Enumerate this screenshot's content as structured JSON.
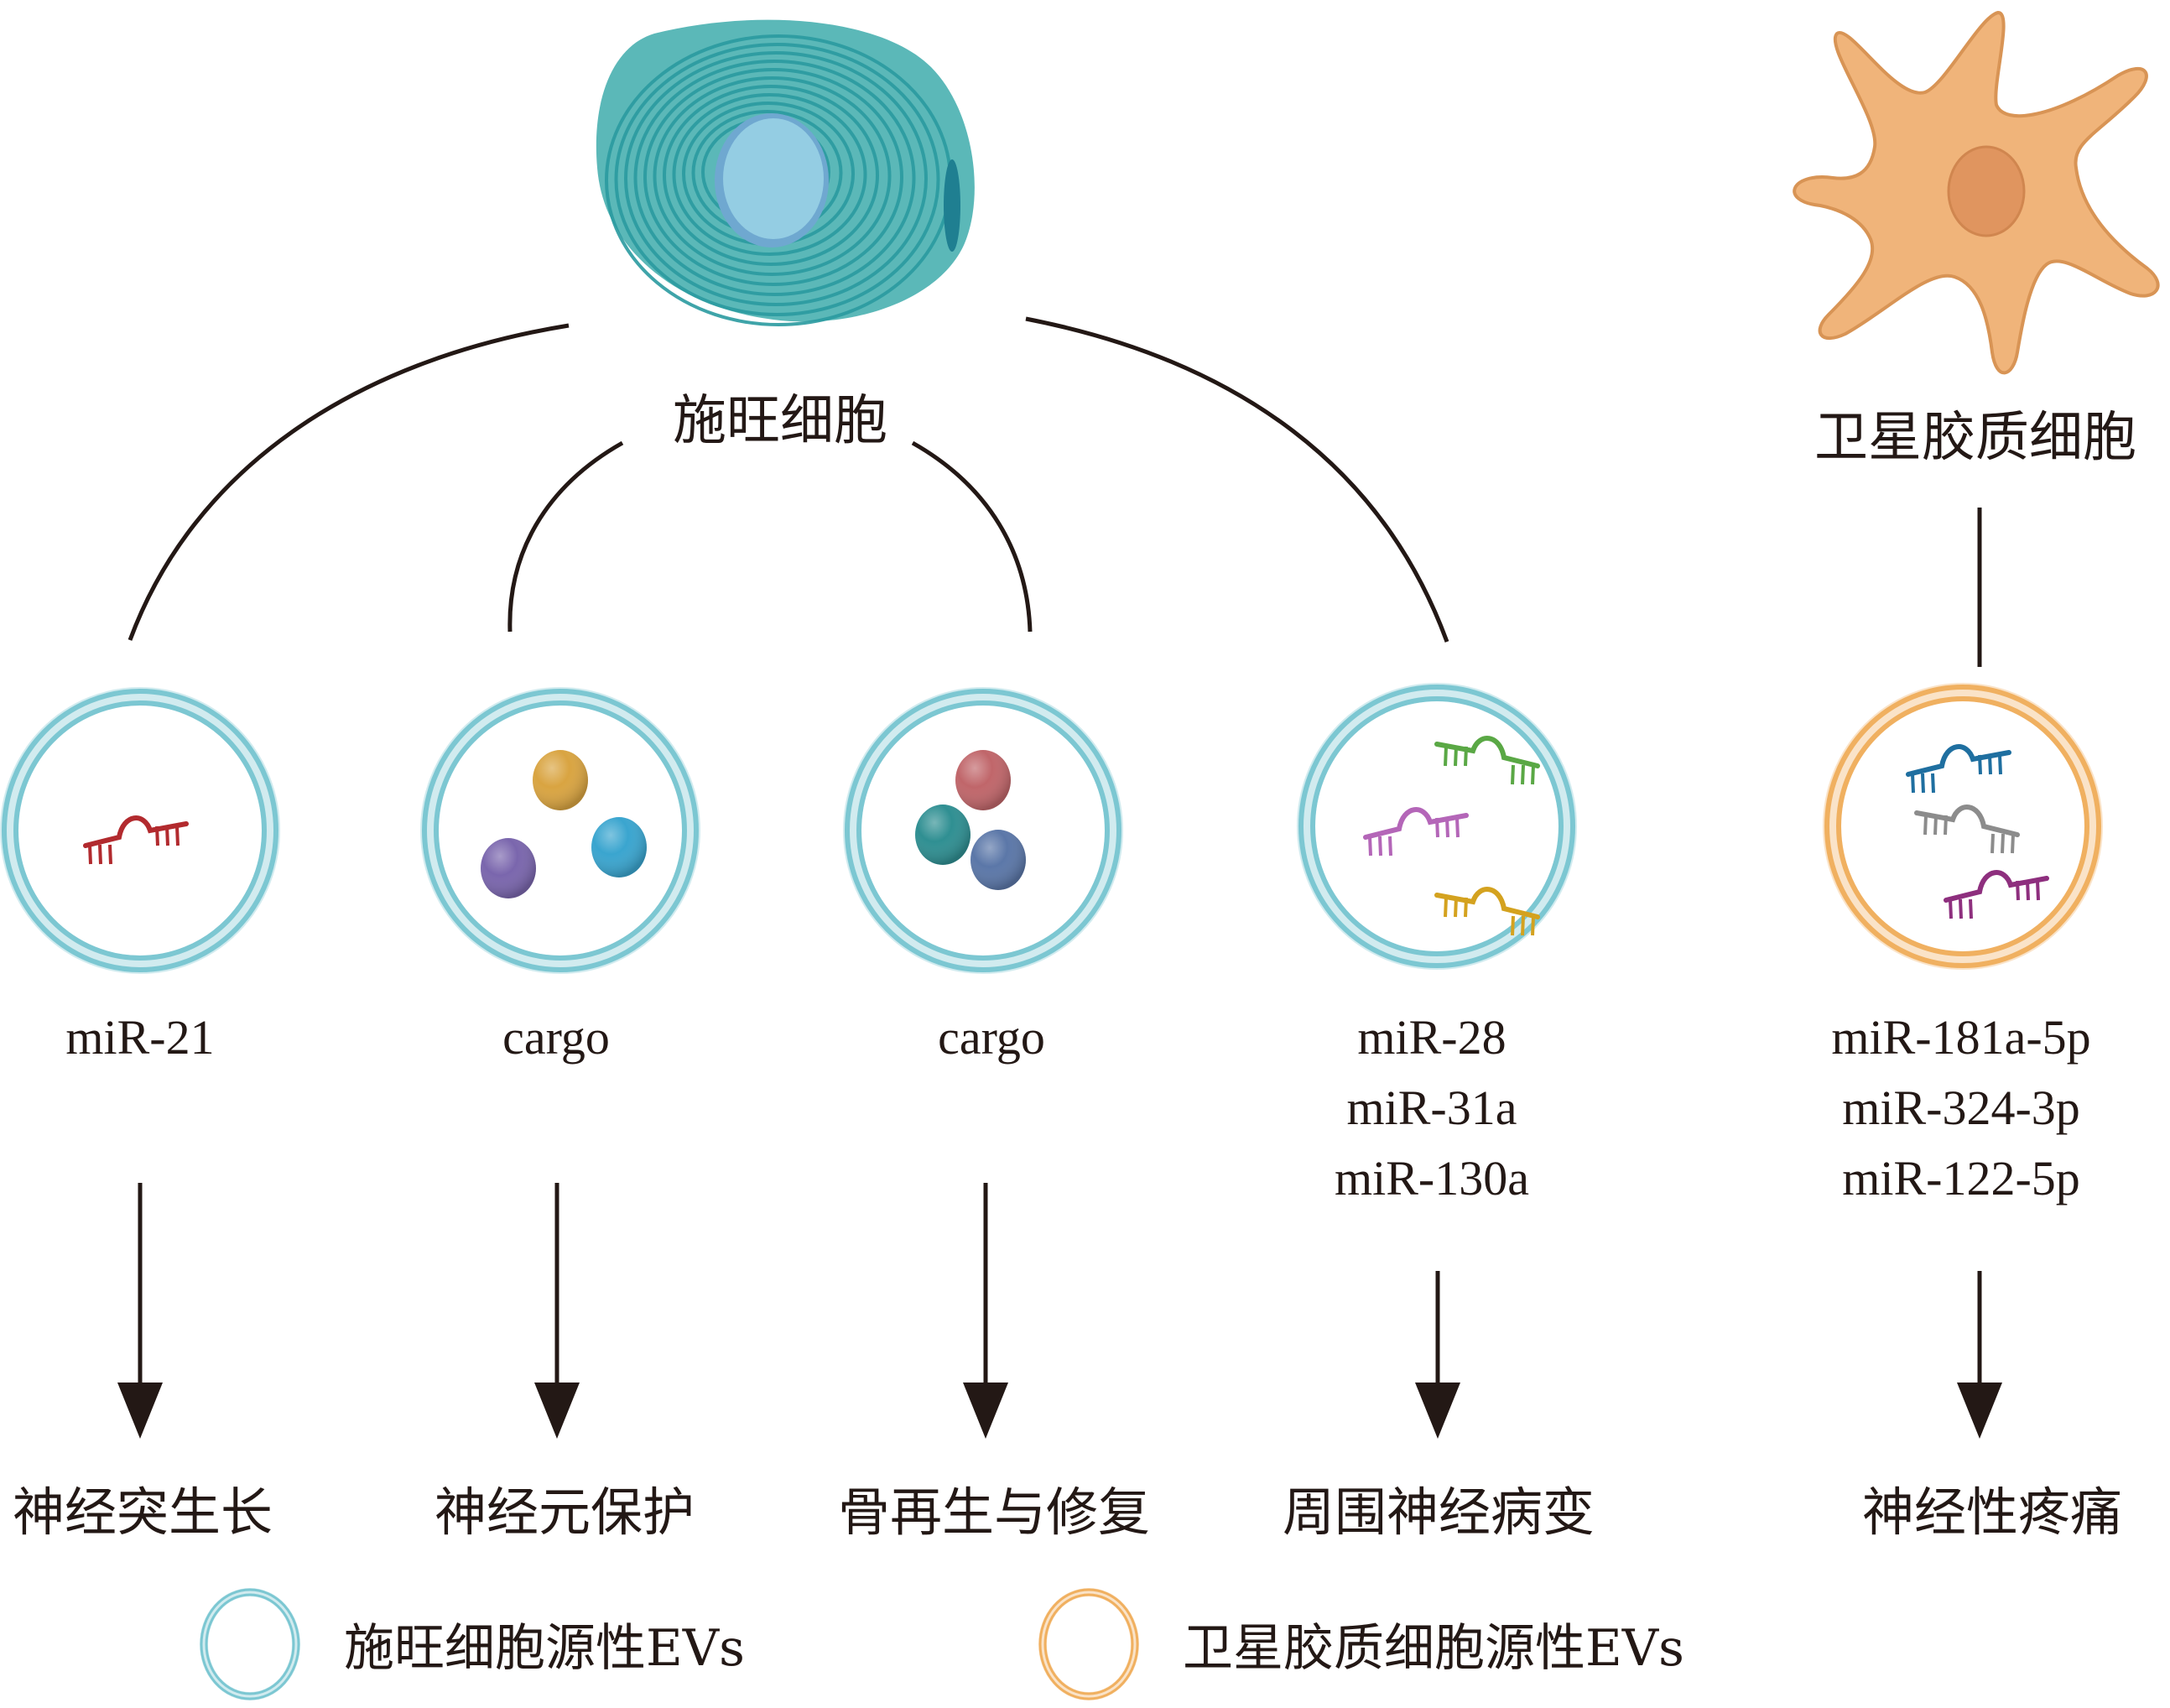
{
  "diagram": {
    "sources": [
      {
        "id": "schwann",
        "label": "施旺细胞",
        "icon": "schwann-cell-icon",
        "color": "#3aa8a8"
      },
      {
        "id": "satellite",
        "label": "卫星胶质细胞",
        "icon": "satellite-glial-cell-icon",
        "color": "#f0b47a"
      }
    ],
    "branches": [
      {
        "source": "schwann",
        "vesicle": "teal",
        "cargo_type": "mirna",
        "cargo_colors": [
          "#b22a2e"
        ],
        "mirnas": [
          "miR-21"
        ],
        "outcome": "神经突生长"
      },
      {
        "source": "schwann",
        "vesicle": "teal",
        "cargo_type": "spheres",
        "cargo_colors": [
          "#d9a441",
          "#7a66ad",
          "#3aa5cf"
        ],
        "mirnas": [
          "cargo"
        ],
        "outcome": "神经元保护"
      },
      {
        "source": "schwann",
        "vesicle": "teal",
        "cargo_type": "spheres",
        "cargo_colors": [
          "#c0666a",
          "#2f8f92",
          "#5b77a8"
        ],
        "mirnas": [
          "cargo"
        ],
        "outcome": "骨再生与修复"
      },
      {
        "source": "schwann",
        "vesicle": "teal",
        "cargo_type": "mirna",
        "cargo_colors": [
          "#5aa845",
          "#b466b8",
          "#d4a21f"
        ],
        "mirnas": [
          "miR-28",
          "miR-31a",
          "miR-130a"
        ],
        "outcome": "周围神经病变"
      },
      {
        "source": "satellite",
        "vesicle": "orange",
        "cargo_type": "mirna",
        "cargo_colors": [
          "#1f6fa0",
          "#8c8c8c",
          "#8e2f7e"
        ],
        "mirnas": [
          "miR-181a-5p",
          "miR-324-3p",
          "miR-122-5p"
        ],
        "outcome": "神经性疼痛"
      }
    ],
    "legend": [
      {
        "label": "施旺细胞源性EVs",
        "color": "#7cc7d2"
      },
      {
        "label": "卫星胶质细胞源性EVs",
        "color": "#f0b060"
      }
    ],
    "colors": {
      "teal_vesicle": "#7cc7d2",
      "orange_vesicle": "#f0b060",
      "line": "#231815",
      "text": "#231815"
    }
  }
}
